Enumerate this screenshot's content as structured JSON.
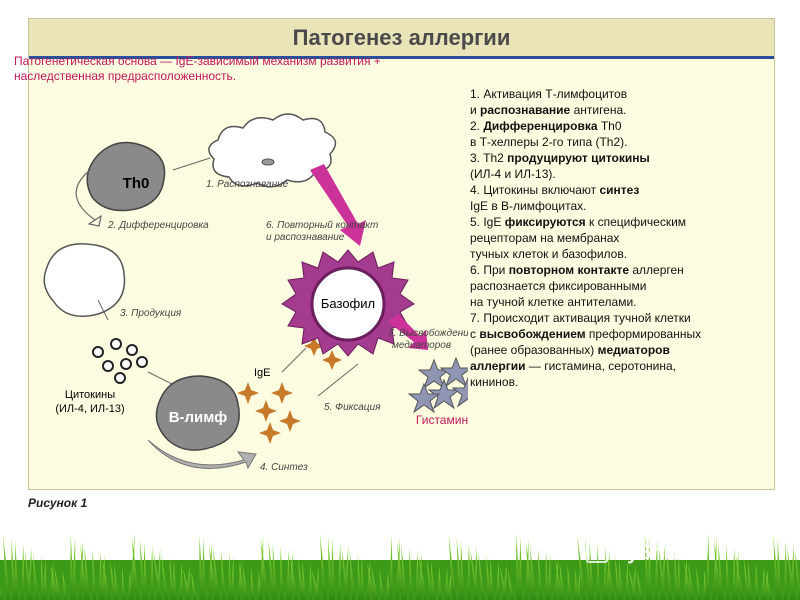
{
  "title": "Патогенез аллергии",
  "subtitle_line1": "Патогенетическая основа — IgE-зависимый механизм развития +",
  "subtitle_line2": "наследственная предрасположенность.",
  "diagram": {
    "th0": "Th0",
    "recognition": "1. Распознавание",
    "differentiation": "2. Дифференцировка",
    "production": "3. Продукция",
    "cytokines_line1": "Цитокины",
    "cytokines_line2": "(ИЛ-4, ИЛ-13)",
    "b_lymph": "В-лимф",
    "synthesis": "4. Синтез",
    "fixation": "5. Фиксация",
    "ige": "IgE",
    "repeat_line1": "6. Повторный контакт",
    "repeat_line2": "и распознавание",
    "basophil": "Базофил",
    "release_line1": "7. Высвобождение",
    "release_line2": "медиаторов",
    "histamine": "Гистамин"
  },
  "steps": [
    {
      "parts": [
        {
          "t": "1. Активация Т-лимфоцитов",
          "b": false
        }
      ]
    },
    {
      "parts": [
        {
          "t": "и ",
          "b": false
        },
        {
          "t": "распознавание",
          "b": true
        },
        {
          "t": " антигена.",
          "b": false
        }
      ]
    },
    {
      "parts": [
        {
          "t": "2. ",
          "b": false
        },
        {
          "t": "Дифференцировка",
          "b": true
        },
        {
          "t": " Th0",
          "b": false
        }
      ]
    },
    {
      "parts": [
        {
          "t": "в Т-хелперы 2-го типа (Th2).",
          "b": false
        }
      ]
    },
    {
      "parts": [
        {
          "t": "3. Th2 ",
          "b": false
        },
        {
          "t": "продуцируют цитокины",
          "b": true
        }
      ]
    },
    {
      "parts": [
        {
          "t": "(ИЛ-4 и ИЛ-13).",
          "b": false
        }
      ]
    },
    {
      "parts": [
        {
          "t": "4. Цитокины включают ",
          "b": false
        },
        {
          "t": "синтез",
          "b": true
        }
      ]
    },
    {
      "parts": [
        {
          "t": "IgE в В-лимфоцитах.",
          "b": false
        }
      ]
    },
    {
      "parts": [
        {
          "t": "5. IgE ",
          "b": false
        },
        {
          "t": "фиксируются",
          "b": true
        },
        {
          "t": " к специфическим",
          "b": false
        }
      ]
    },
    {
      "parts": [
        {
          "t": "рецепторам на мембранах",
          "b": false
        }
      ]
    },
    {
      "parts": [
        {
          "t": "тучных клеток и базофилов.",
          "b": false
        }
      ]
    },
    {
      "parts": [
        {
          "t": "6. При ",
          "b": false
        },
        {
          "t": "повторном контакте",
          "b": true
        },
        {
          "t": " аллерген",
          "b": false
        }
      ]
    },
    {
      "parts": [
        {
          "t": "распознается фиксированными",
          "b": false
        }
      ]
    },
    {
      "parts": [
        {
          "t": "на тучной клетке антителами.",
          "b": false
        }
      ]
    },
    {
      "parts": [
        {
          "t": "7. Происходит активация тучной клетки",
          "b": false
        }
      ]
    },
    {
      "parts": [
        {
          "t": "с ",
          "b": false
        },
        {
          "t": "высвобождением",
          "b": true
        },
        {
          "t": " преформированных",
          "b": false
        }
      ]
    },
    {
      "parts": [
        {
          "t": "(ранее образованных) ",
          "b": false
        },
        {
          "t": "медиаторов",
          "b": true
        }
      ]
    },
    {
      "parts": [
        {
          "t": "аллергии",
          "b": true
        },
        {
          "t": " — гистамина, серотонина,",
          "b": false
        }
      ]
    },
    {
      "parts": [
        {
          "t": "кининов.",
          "b": false
        }
      ]
    }
  ],
  "figure_caption": "Рисунок 1",
  "watermark": "MyShared",
  "colors": {
    "accent": "#c2185b",
    "title_rule": "#2a4f9a",
    "arrow": "#cc3399",
    "cell": "#8a8a8a",
    "spark": "#c87a2a"
  }
}
